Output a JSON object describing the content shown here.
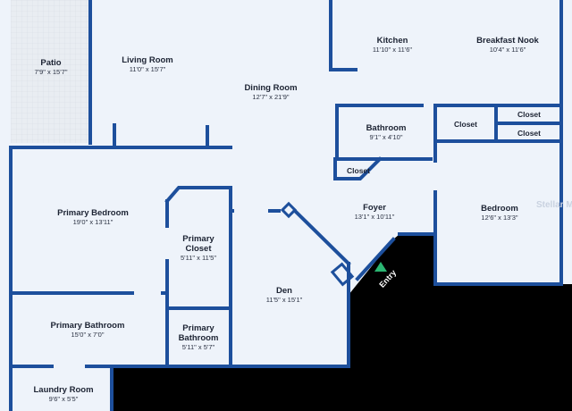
{
  "rooms": {
    "patio": {
      "name": "Patio",
      "dim": "7'9\" x 15'7\""
    },
    "living": {
      "name": "Living Room",
      "dim": "11'0\" x 15'7\""
    },
    "dining": {
      "name": "Dining Room",
      "dim": "12'7\" x 21'9\""
    },
    "kitchen": {
      "name": "Kitchen",
      "dim": "11'10\" x 11'6\""
    },
    "nook": {
      "name": "Breakfast Nook",
      "dim": "10'4\" x 11'6\""
    },
    "bath": {
      "name": "Bathroom",
      "dim": "9'1\" x 4'10\""
    },
    "closet1": {
      "name": "Closet"
    },
    "closet2": {
      "name": "Closet"
    },
    "closet3": {
      "name": "Closet"
    },
    "closet4": {
      "name": "Closet"
    },
    "foyer": {
      "name": "Foyer",
      "dim": "13'1\" x 10'11\""
    },
    "bedroom": {
      "name": "Bedroom",
      "dim": "12'6\" x 13'3\""
    },
    "pbed": {
      "name": "Primary Bedroom",
      "dim": "19'0\" x 13'11\""
    },
    "pcloset": {
      "name1": "Primary",
      "name2": "Closet",
      "dim": "5'11\" x 11'5\""
    },
    "den": {
      "name": "Den",
      "dim": "11'5\" x 15'1\""
    },
    "pbath": {
      "name": "Primary Bathroom",
      "dim": "15'0\" x 7'0\""
    },
    "pbath2": {
      "name1": "Primary",
      "name2": "Bathroom",
      "dim": "5'11\" x 5'7\""
    },
    "laundry": {
      "name": "Laundry Room",
      "dim": "9'6\" x 5'5\""
    }
  },
  "entry_label": "Entry",
  "watermark": "Stellar MLS",
  "colors": {
    "wall": "#1d4f9c",
    "floor": "#eef3fa",
    "patio": "#e7ebf0",
    "background": "#000000",
    "entry_marker": "#2bb673"
  }
}
